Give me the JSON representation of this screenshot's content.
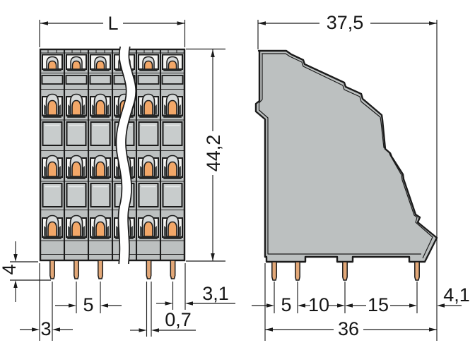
{
  "front_view": {
    "width_label": "L",
    "height_label": "44,2",
    "pin_length_label": "4",
    "edge_to_first_pin_label": "3",
    "pin_pitch_label": "5",
    "pin_width_label": "0,7",
    "last_pin_to_edge_label": "3,1",
    "visible_poles": 6,
    "clamp_rows": 4,
    "visible_pins": 5
  },
  "side_view": {
    "depth_label": "37,5",
    "pin_gap_1_label": "5",
    "pin_gap_2_label": "10",
    "pin_gap_3_label": "15",
    "pin_to_edge_label": "4,1",
    "overall_bottom_label": "36",
    "visible_pins": 4
  },
  "colors": {
    "housing_gray": "#bcc0c0",
    "window_gray": "#c8cccc",
    "bell_gray": "#d7dada",
    "recess_white": "#f5f5f3",
    "clamp_orange": "#f2a768",
    "pin_copper": "#e3a878",
    "line_color": "#1b1b1b"
  }
}
